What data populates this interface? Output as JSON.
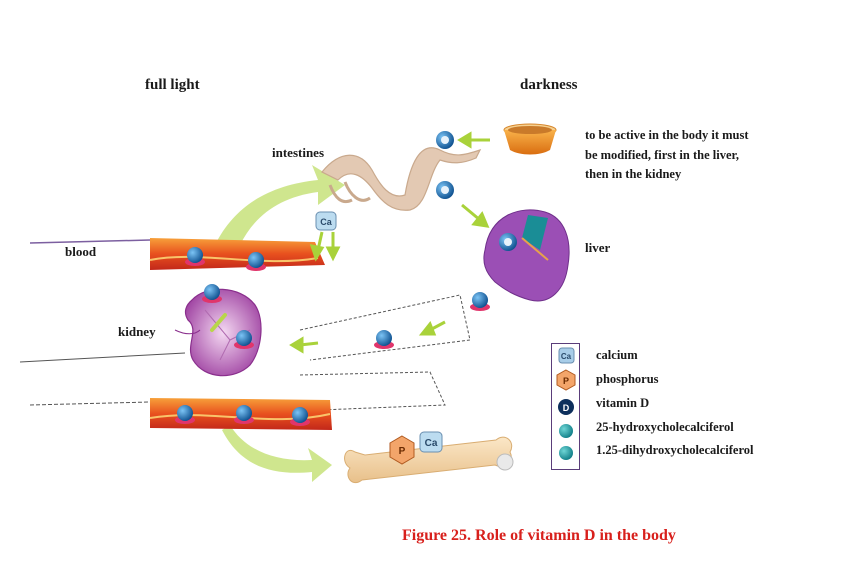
{
  "headers": {
    "left": "full light",
    "right": "darkness"
  },
  "labels": {
    "intestines": "intestines",
    "blood": "blood",
    "kidney": "kidney",
    "liver": "liver"
  },
  "note": {
    "lines": [
      "to be active in the body it must",
      "be modified, first in the liver,",
      "then in the kidney"
    ]
  },
  "legend": {
    "items": [
      {
        "label": "calcium",
        "icon": "calcium-icon",
        "glyph": "Ca"
      },
      {
        "label": "phosphorus",
        "icon": "phosphorus-icon",
        "glyph": "P"
      },
      {
        "label": "vitamin D",
        "icon": "vitamin-d-icon",
        "glyph": "D"
      },
      {
        "label": "25-hydroxycholecalciferol",
        "icon": "hydroxy-icon",
        "glyph": ""
      },
      {
        "label": "1.25-dihydroxycholecalciferol",
        "icon": "dihydroxy-icon",
        "glyph": ""
      }
    ]
  },
  "glyphs": {
    "calcium": "Ca",
    "phosphorus": "P",
    "vitamin_d": "D"
  },
  "colors": {
    "caption": "#d8201c",
    "arrow": "#a9d23a",
    "vessel": "#e8501e",
    "organ": "#8a4aa6",
    "molecule": "#1f78c8"
  },
  "caption": "Figure 25. Role of vitamin D in the body"
}
